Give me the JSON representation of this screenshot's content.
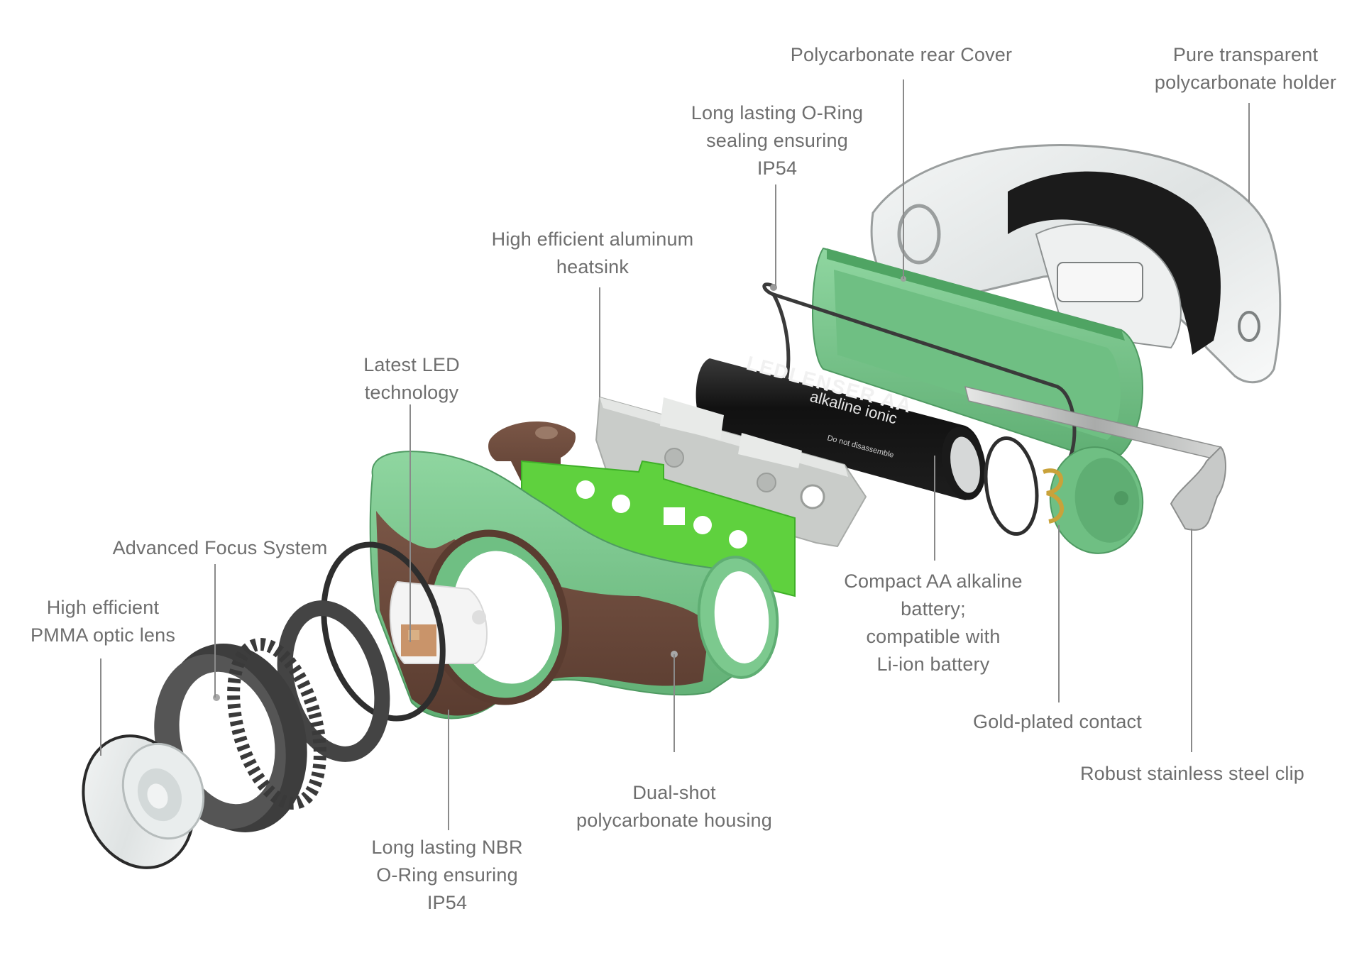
{
  "diagram": {
    "title": "Exploded view of headlamp components",
    "colors": {
      "label_text": "#6e6e6e",
      "leader_line": "#8a8a8a",
      "housing_green": "#7cc98e",
      "housing_green_dark": "#5fae73",
      "housing_brown": "#6b4a3d",
      "pcb_green": "#5fd13e",
      "heatsink_gray": "#c9ccc9",
      "battery_black": "#1c1c1c",
      "focus_ring_dark": "#4a4a4a",
      "oring_black": "#2e2e2e",
      "gold_contact": "#c9a23a",
      "steel_clip": "#b8bab8",
      "background": "#ffffff"
    },
    "battery_print": {
      "brand": "LEDLENSER AA",
      "type": "alkaline ionic",
      "fine_print": "Do not disassemble"
    },
    "callouts": [
      {
        "id": "rear-cover",
        "lines": [
          "Polycarbonate rear Cover"
        ]
      },
      {
        "id": "transparent-holder",
        "lines": [
          "Pure transparent",
          "polycarbonate holder"
        ]
      },
      {
        "id": "rear-oring",
        "lines": [
          "Long lasting  O-Ring",
          "sealing ensuring",
          "IP54"
        ]
      },
      {
        "id": "heatsink",
        "lines": [
          "High efficient aluminum",
          "heatsink"
        ]
      },
      {
        "id": "led",
        "lines": [
          "Latest LED",
          "technology"
        ]
      },
      {
        "id": "focus-system",
        "lines": [
          "Advanced Focus System"
        ]
      },
      {
        "id": "optic-lens",
        "lines": [
          "High efficient",
          "PMMA optic lens"
        ]
      },
      {
        "id": "battery",
        "lines": [
          "Compact AA alkaline",
          "battery;",
          "compatible with",
          "Li-ion battery"
        ]
      },
      {
        "id": "gold-contact",
        "lines": [
          "Gold-plated contact"
        ]
      },
      {
        "id": "steel-clip",
        "lines": [
          "Robust stainless steel clip"
        ]
      },
      {
        "id": "housing",
        "lines": [
          "Dual-shot",
          "polycarbonate housing"
        ]
      },
      {
        "id": "nbr-oring",
        "lines": [
          "Long lasting NBR",
          "O-Ring ensuring",
          "IP54"
        ]
      }
    ]
  }
}
